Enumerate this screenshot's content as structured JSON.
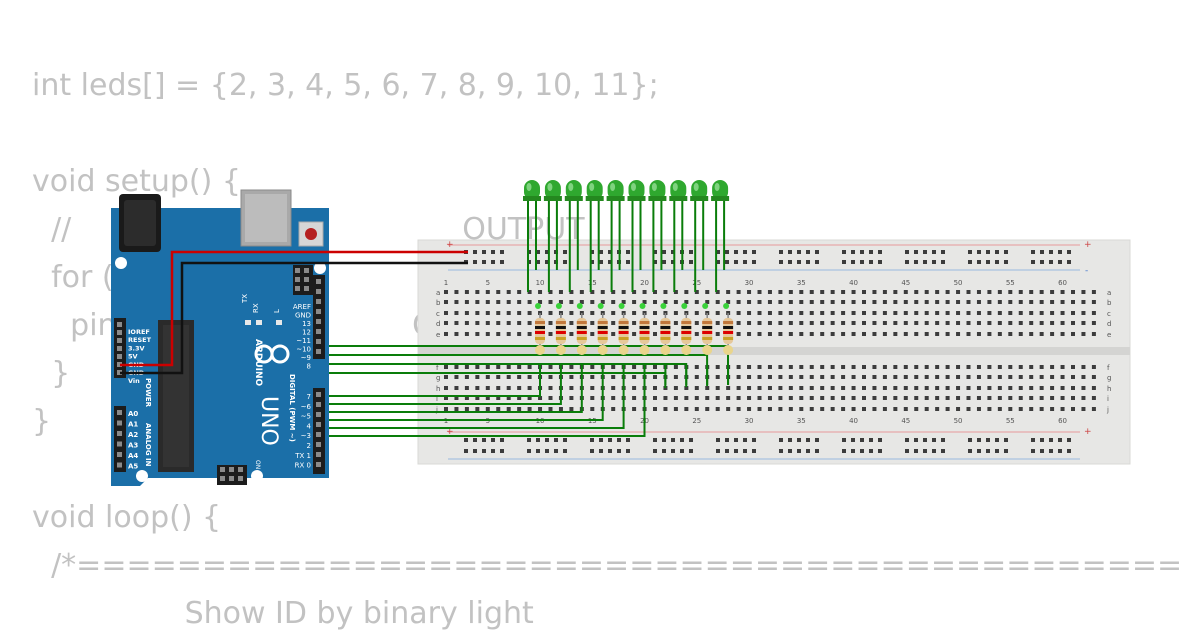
{
  "code": {
    "lines": [
      "int leds[] = {2, 3, 4, 5, 6, 7, 8, 9, 10, 11};",
      "void setup() {",
      "  //                                         OUTPUT",
      "  for (                                i++) {",
      "    pin                               OUTPUT",
      "  }",
      "}",
      "void loop() {",
      "  /*============================================",
      "                Show ID by binary light"
    ]
  },
  "arduino": {
    "brand": "ARDUINO",
    "model": "UNO",
    "on_label": "ON",
    "power_label": "POWER",
    "analog_label": "ANALOG IN",
    "digital_label": "DIGITAL (PWM ~)",
    "tx_label": "TX",
    "rx_label": "RX",
    "l_label": "L",
    "power_pins": [
      "IOREF",
      "RESET",
      "3.3V",
      "5V",
      "GND",
      "GND",
      "Vin"
    ],
    "analog_pins": [
      "A0",
      "A1",
      "A2",
      "A3",
      "A4",
      "A5"
    ],
    "top_pins": [
      "AREF",
      "GND",
      "13",
      "12",
      "~11",
      "~10",
      "~9",
      "8"
    ],
    "bottom_pins": [
      "7",
      "~6",
      "~5",
      "4",
      "~3",
      "2",
      "TX 1",
      "RX 0"
    ]
  },
  "breadboard": {
    "column_numbers": [
      "1",
      "5",
      "10",
      "15",
      "20",
      "25",
      "30",
      "35",
      "40",
      "45",
      "50",
      "55",
      "60"
    ],
    "top_row_letters": [
      "a",
      "b",
      "c",
      "d",
      "e"
    ],
    "bottom_row_letters": [
      "f",
      "g",
      "h",
      "i",
      "j"
    ],
    "rail_plus": "+",
    "rail_minus": "-"
  },
  "components": {
    "led_count": 10,
    "led_color": "#2fa82f",
    "wire_color": "#0a7d0a",
    "resistor_count": 10
  },
  "colors": {
    "board_blue": "#1b6fa8",
    "code_text": "#c2c2c2",
    "power_wire": "#cc0000",
    "ground_wire": "#111111"
  }
}
